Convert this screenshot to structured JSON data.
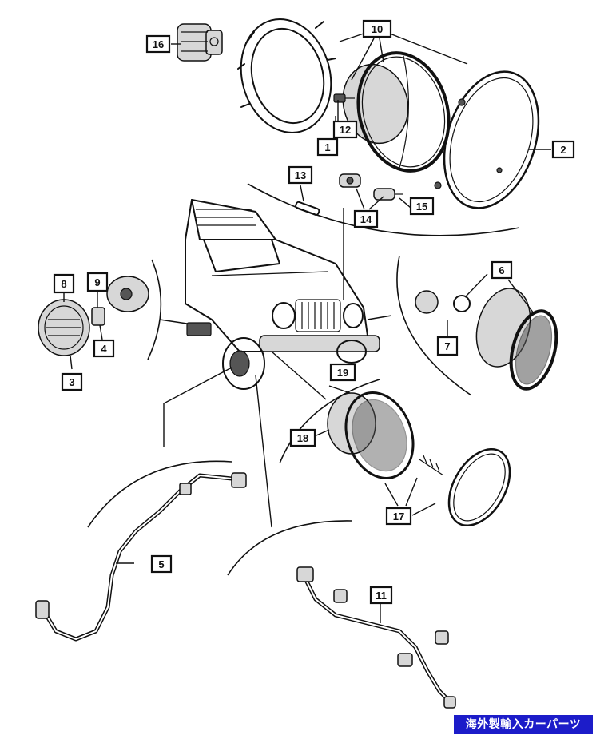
{
  "callouts": {
    "c1": "1",
    "c2": "2",
    "c3": "3",
    "c4": "4",
    "c5": "5",
    "c6": "6",
    "c7": "7",
    "c8": "8",
    "c9": "9",
    "c10": "10",
    "c11": "11",
    "c12": "12",
    "c13": "13",
    "c14": "14",
    "c15": "15",
    "c16": "16",
    "c17": "17",
    "c18": "18",
    "c19": "19"
  },
  "watermark": {
    "text": "海外製輸入カーパーツ",
    "bg_color": "#1c1cc9",
    "text_color": "#ffffff"
  },
  "colors": {
    "line": "#111111",
    "background": "#ffffff"
  }
}
